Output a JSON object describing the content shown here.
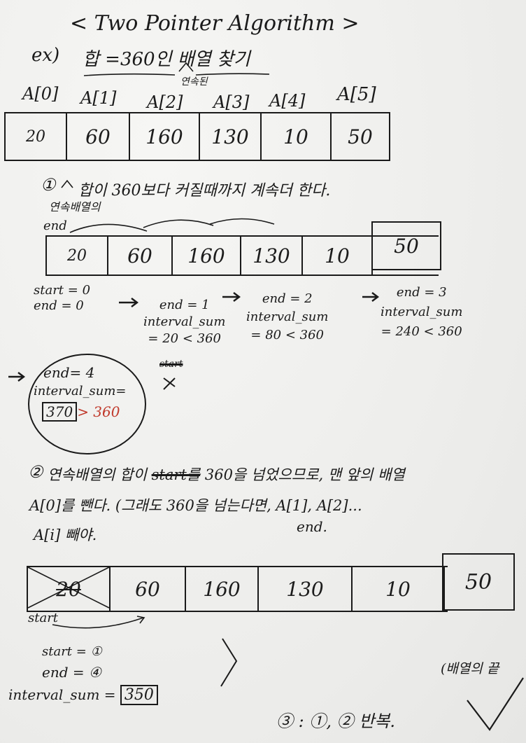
{
  "title": "< Two Pointer Algorithm >",
  "example": {
    "prefix": "ex)",
    "text": "합 =360인 배열 찾기",
    "note": "연속된"
  },
  "array_labels": [
    "A[0]",
    "A[1]",
    "A[2]",
    "A[3]",
    "A[4]",
    "A[5]"
  ],
  "array1": [
    "20",
    "60",
    "160",
    "130",
    "10",
    "50"
  ],
  "step1": {
    "number": "①",
    "text": "합이 360보다 커질때까지 계속더 한다.",
    "note": "연속배열의",
    "end_label": "end"
  },
  "array2": [
    "20",
    "60",
    "160",
    "130",
    "10",
    "50"
  ],
  "states": [
    {
      "lines": [
        "start = 0",
        "end = 0"
      ]
    },
    {
      "lines": [
        "end = 1",
        "interval_sum",
        "= 20 < 360"
      ]
    },
    {
      "lines": [
        "end = 2",
        "interval_sum",
        "= 80 < 360"
      ]
    },
    {
      "lines": [
        "end = 3",
        "interval_sum",
        "= 240 < 360"
      ]
    }
  ],
  "circle": {
    "line1": "end= 4",
    "line2": "interval_sum=",
    "value": "370",
    "compare": "> 360"
  },
  "scratch": "start",
  "step2": {
    "number": "②",
    "line1a": "연속배열의 합이",
    "strike": "start를",
    "line1b": "360을 넘었으므로, 맨 앞의 배열",
    "line2": "A[0]를 뺀다. (그래도 360을 넘는다면, A[1], A[2]...",
    "line3": "A[i] 빼야.",
    "end_note": "end."
  },
  "array3": [
    "20",
    "60",
    "160",
    "130",
    "10",
    "50"
  ],
  "start_label": "start",
  "result": {
    "start": "start = ①",
    "end": "end = ④",
    "sum_label": "interval_sum =",
    "sum_value": "350"
  },
  "side_note": "(배열의 끝",
  "step3": "③ : ①, ② 반복."
}
